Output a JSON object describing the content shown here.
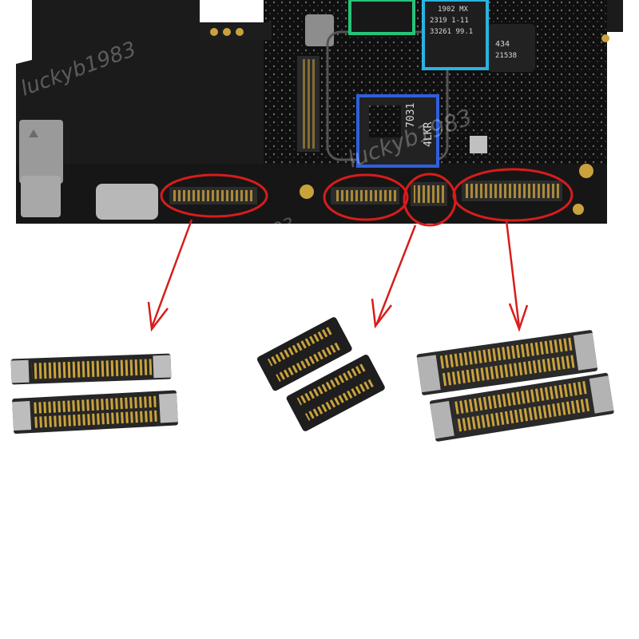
{
  "chips": {
    "blue_chip_line1": "7031",
    "blue_chip_line2": "4LKR",
    "cyan_chip_line1": "1902 MX",
    "cyan_chip_line2": "2319 1-11",
    "cyan_chip_line3": "33261 99.1",
    "small_chip_line1": "434",
    "small_chip_line2": "21538"
  },
  "watermark": {
    "text": "luckyb1983"
  },
  "colors": {
    "board": "#141414",
    "frame": "#2b2b2b",
    "pad_gold": "#c9a23c",
    "highlight_green": "#27c37a",
    "highlight_cyan": "#2ab3e0",
    "highlight_blue": "#2f5fe0",
    "callout_red": "#d81c1c"
  }
}
